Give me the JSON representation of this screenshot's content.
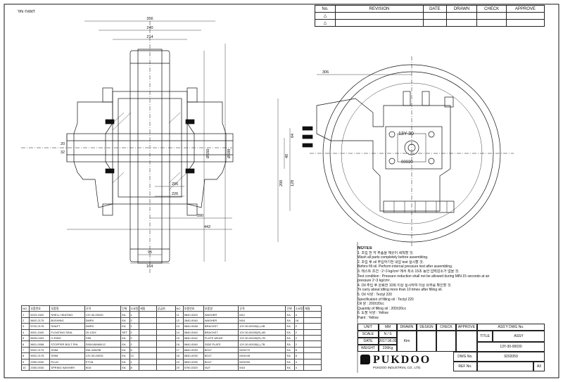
{
  "drawing": {
    "top_left_label": "DWG No.",
    "dims": {
      "d356": "356",
      "d240": "240",
      "d214": "214",
      "d20": "20",
      "d32": "32",
      "d206": "206",
      "d226": "226",
      "d390": "390",
      "d442": "442",
      "d95": "95",
      "d164": "164",
      "phi550": "Ø550",
      "phi598": "Ø598",
      "d306": "306",
      "d64": "64",
      "d40": "40",
      "d200": "200",
      "d128": "128"
    },
    "stamp": "13Y-30",
    "stamp2": "00030"
  },
  "revision": {
    "headers": [
      "No.",
      "REVISION",
      "DATE",
      "DRAWN",
      "CHECK",
      "APPROVE"
    ],
    "rows": [
      [
        "△",
        "",
        "",
        "",
        "",
        ""
      ],
      [
        "△",
        "",
        "",
        "",
        "",
        ""
      ]
    ]
  },
  "notes": {
    "title": "NOTES",
    "lines": [
      "1. 조립 전 각 부품을 깨끗이 세척할 것.",
      "   Wash all parts completely before assembling.",
      "2. 조립 후 oil 주입하기전 내압 test 실시할 것.",
      "   Before fill oil. Perform internal pressure test after assembling.",
      "3. 테스트 조건 : 2~3 kg/cm² 에서 최소 15초 동안 압력감소가 없을 것.",
      "   Test condition : Pressure reduction shall not be allowed during MIN.15 seconds at air",
      "   pressure 2~3 kg/cm².",
      "4. Oil 주입 후 완료한 10회 이상 실시하여 이상 유무를 확인할 것.",
      "   To carry about idling more than 10 times after filling oil.",
      "5. Oil 사양 : Tectyl 220",
      "   Specification of filling oil : Tectyl 220",
      "   Oil 양 : 200±20cc",
      "   Quantity of filling oil : 200±20cc",
      "6. 도장 사양 : Yellow",
      "   Paint : Yellow"
    ]
  },
  "bom": {
    "headers": [
      "NO",
      "부품번호",
      "부품명",
      "규격",
      "단위",
      "소요량",
      "재질",
      "공급처",
      "NO",
      "부품번호",
      "부품명",
      "규격",
      "단위",
      "소요량",
      "재질"
    ],
    "rows": [
      [
        "1",
        "5203-1520",
        "SHELL HEATING",
        "13Y-30-00020",
        "EA",
        "1",
        "",
        "",
        "11",
        "5840-0020",
        "WASHER",
        "M12",
        "EA",
        "4",
        ""
      ],
      [
        "2",
        "5802-2175",
        "BUSHING",
        "DMRX",
        "EA",
        "2",
        "",
        "",
        "12",
        "2840-0040",
        "WASHER",
        "M16",
        "EA",
        "16",
        ""
      ],
      [
        "3",
        "5702-2176",
        "SHAFT",
        "DMRX",
        "EA",
        "1",
        "",
        "",
        "13",
        "5840-0048",
        "BRACKET",
        "13Y-30-00030(L)-4B",
        "EA",
        "2",
        ""
      ],
      [
        "4",
        "5901-1540",
        "FLOATING SEAL",
        "20-132X",
        "SET",
        "2",
        "",
        "",
        "14",
        "5840-0040",
        "BRACKET",
        "13Y-30-00030(R)-4B",
        "EA",
        "2",
        ""
      ],
      [
        "5",
        "5505-0403",
        "O-RING",
        "G55",
        "EA",
        "2",
        "",
        "",
        "15",
        "5840-0042",
        "PLATE WEAR",
        "13Y-30-00030(R)-7B",
        "EA",
        "2",
        ""
      ],
      [
        "6",
        "5801-0058",
        "STOPPER BOLT PIN",
        "D55X45/M8X12",
        "EA",
        "2",
        "",
        "",
        "16",
        "5840-0040",
        "SIDE PLATE",
        "13Y-30-00030(L)-7B",
        "EA",
        "2",
        ""
      ],
      [
        "7",
        "5902-2175",
        "SHIM",
        "DW-4/06/5B",
        "EA",
        "6",
        "",
        "",
        "17",
        "6840-0030",
        "BOLT",
        "M20X70",
        "EA",
        "8",
        ""
      ],
      [
        "8",
        "5902-2178",
        "SHIM",
        "13Y-30-00032",
        "EA",
        "12",
        "",
        "",
        "18",
        "5840-0030",
        "BOLT",
        "M16X45",
        "EA",
        "8",
        ""
      ],
      [
        "9",
        "2350-0030",
        "PLUG",
        "PT1/8",
        "EA",
        "1",
        "",
        "",
        "19",
        "5840-0030",
        "BOLT",
        "M20X50",
        "EA",
        "4",
        ""
      ],
      [
        "10",
        "2350-0030",
        "SPRING WASHER",
        "M16",
        "EA",
        "8",
        "",
        "",
        "20",
        "5750-0320",
        "NUT",
        "M16",
        "EA",
        "4",
        ""
      ]
    ]
  },
  "title_block": {
    "unit_label": "UNIT",
    "unit": "MM",
    "scale_label": "SCALE",
    "scale": "N / S",
    "date_label": "DATE",
    "date": "2017.06.09",
    "weight_label": "WEIGHT",
    "weight": "236Kg",
    "drawn_label": "DRAWN",
    "design_label": "DESIGN",
    "check_label": "CHECK",
    "approve_label": "APPROVE",
    "drawn_by": "Kim",
    "assy_dwg_label": "ASS'Y DWG No.",
    "title_label": "TITLE",
    "title": "ASSY",
    "part_no": "13Y-30-00030",
    "dwg_no_label": "DWG No.",
    "dwg_no": "9202059",
    "ref_no_label": "REF No.",
    "size": "A3"
  },
  "logo": {
    "word": "PUKDOO",
    "sub": "PUKDOO INDUSTRIAL CO., LTD."
  }
}
